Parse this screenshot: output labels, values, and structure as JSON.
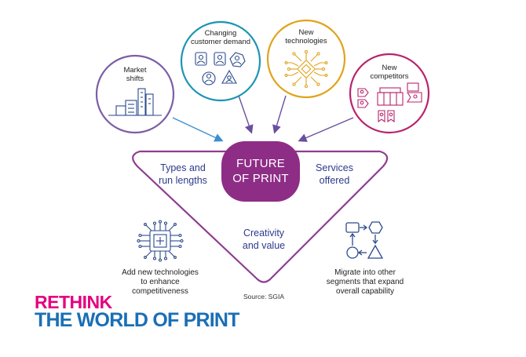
{
  "circles": {
    "market_shifts": "Market\nshifts",
    "changing_customer_demand": "Changing\ncustomer demand",
    "new_technologies": "New\ntechnologies",
    "new_competitors": "New\ncompetitors"
  },
  "hub": {
    "label": "FUTURE\nOF PRINT"
  },
  "triangle": {
    "left": "Types and\nrun lengths",
    "right": "Services\noffered",
    "center": "Creativity\nand value"
  },
  "bottom": {
    "left": "Add new technologies\nto enhance\ncompetitiveness",
    "right": "Migrate into other\nsegments that expand\noverall capability"
  },
  "source": "Source: SGIA",
  "brand": {
    "line1": "RETHINK",
    "line2": "THE WORLD OF PRINT"
  },
  "colors": {
    "market_shifts": "#7b5ea7",
    "customer_demand": "#1b95b4",
    "technologies": "#e0a31a",
    "competitors": "#b8236c",
    "hub": "#8e2d86",
    "triangle": "#8e3d91",
    "icons": "#2b4a8c",
    "arrow_blue": "#3b8fd1",
    "arrow_purple": "#6a4fa0",
    "brand_pink": "#e6007e",
    "brand_blue": "#1a6fb5"
  }
}
